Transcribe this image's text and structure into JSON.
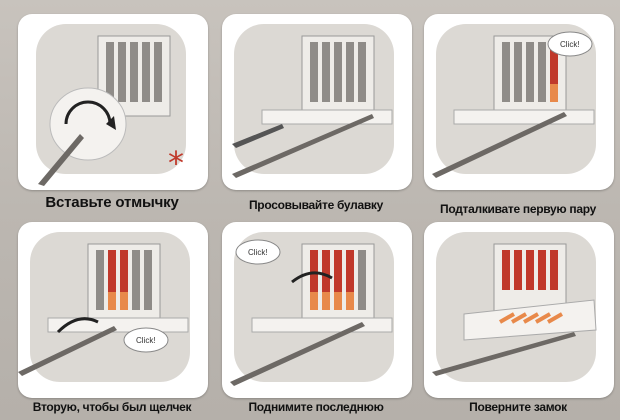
{
  "steps": [
    {
      "caption": "Вставьте отмычку"
    },
    {
      "caption": "Просовывайте булавку"
    },
    {
      "caption": "Подталкивате  первую пару",
      "bubble": "Click!"
    },
    {
      "caption": "Вторую, чтобы был щелчек",
      "bubble": "Click!"
    },
    {
      "caption": "Поднимите последнюю",
      "bubble": "Click!"
    },
    {
      "caption": "Поверните замок"
    }
  ],
  "colors": {
    "lock_body": "#d9d6d1",
    "pin_gray": "#8f8c88",
    "pin_red": "#c0392b",
    "pin_orange": "#e8894a",
    "accent_star": "#c0392b",
    "panel": "#ffffff",
    "background": "#bcb7b1"
  }
}
